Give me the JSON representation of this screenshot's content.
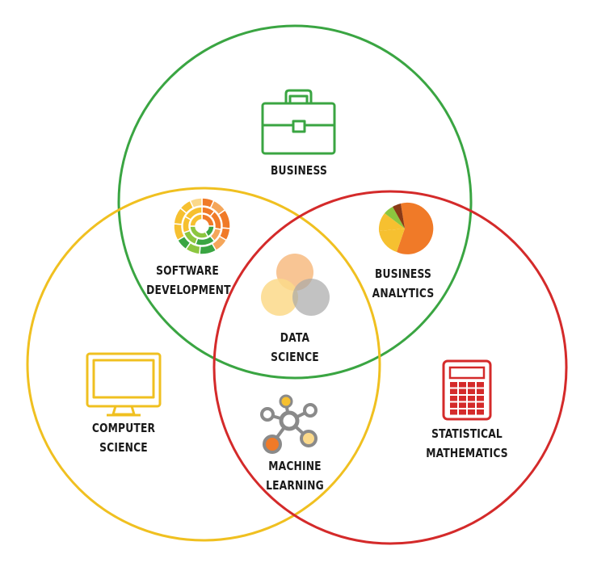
{
  "colors": {
    "business": "#3aa542",
    "computer_science": "#f0c020",
    "statistics": "#d42a2a",
    "orange": "#f07a28",
    "light_orange": "#f5a65a",
    "yellow": "#f6c030",
    "light_yellow": "#fbd98a",
    "grey": "#a8a8a8",
    "green_light": "#8cc63f",
    "green_dark": "#3aa542",
    "brown": "#8b3a16",
    "text": "#1a1a1a"
  },
  "labels": {
    "business": "BUSINESS",
    "software": [
      "SOFTWARE",
      "DEVELOPMENT"
    ],
    "analytics": [
      "BUSINESS",
      "ANALYTICS"
    ],
    "data_science": [
      "DATA",
      "SCIENCE"
    ],
    "computer_science": [
      "COMPUTER",
      "SCIENCE"
    ],
    "machine_learning": [
      "MACHINE",
      "LEARNING"
    ],
    "statistics": [
      "STATISTICAL",
      "MATHEMATICS"
    ]
  },
  "icons": {
    "business": "briefcase-icon",
    "software": "sunburst-chart-icon",
    "analytics": "pie-chart-icon",
    "data_science": "mini-venn-icon",
    "computer_science": "monitor-icon",
    "machine_learning": "network-graph-icon",
    "statistics": "calculator-icon"
  }
}
